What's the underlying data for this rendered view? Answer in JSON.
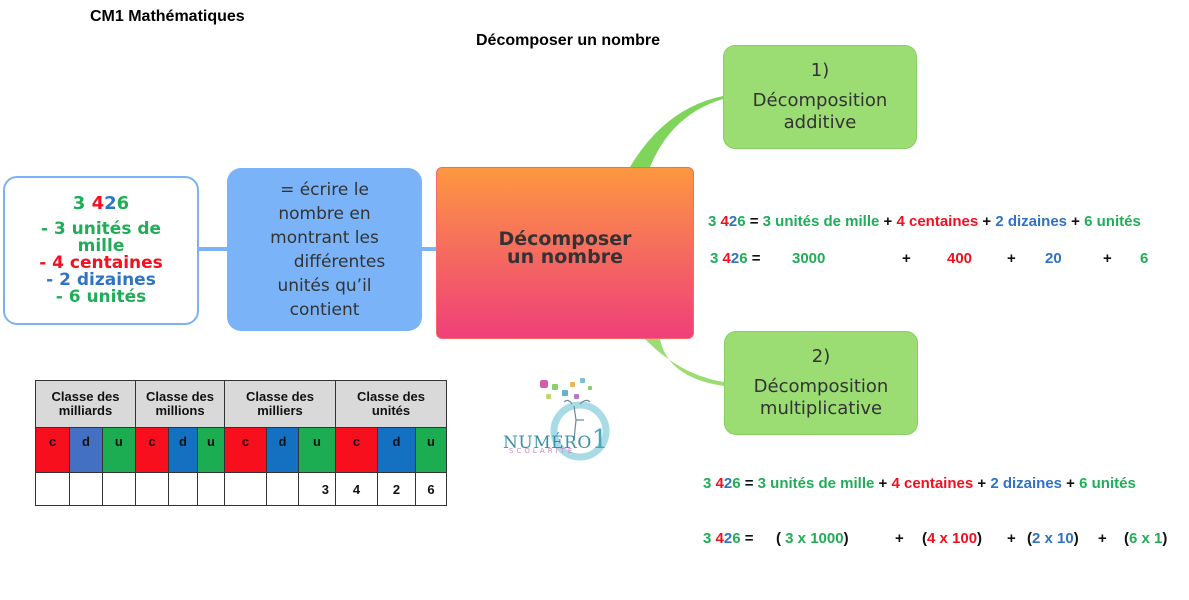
{
  "header": {
    "page_title": "CM1 Mathématiques",
    "main_title": "Décomposer un nombre"
  },
  "mindmap": {
    "center": {
      "line1": "Décomposer",
      "line2": "un nombre"
    },
    "definition": {
      "lines": [
        "= écrire le",
        "nombre en",
        "montrant les",
        "différentes",
        "unités qu’il",
        "contient"
      ]
    },
    "example": {
      "number_parts": [
        "3 ",
        "4",
        "2",
        "6"
      ],
      "lines": [
        "- 3 unités de",
        "mille",
        "- 4 centaines",
        "- 2 dizaines",
        "- 6 unités"
      ]
    },
    "branch_additive": {
      "step": "1)",
      "line1": "Décomposition",
      "line2": "additive"
    },
    "branch_multiplicative": {
      "step": "2)",
      "line1": "Décomposition",
      "line2": "multiplicative"
    }
  },
  "additive": {
    "row1": {
      "n1": "3 ",
      "n2": "4",
      "n3": "2",
      "n4": "6",
      "eq": " = ",
      "t1": "3 unités de mille",
      "p1": " + ",
      "t2": "4 centaines",
      "p2": " + ",
      "t3": "2 dizaines",
      "p3": " + ",
      "t4": "6 unités"
    },
    "row2": {
      "n1": "3 ",
      "n2": "4",
      "n3": "2",
      "n4": "6",
      "eq": " =",
      "v1": "3000",
      "v2": "400",
      "v3": "20",
      "v4": "6",
      "plus": "+"
    }
  },
  "multiplicative": {
    "row1": {
      "n1": "3 ",
      "n2": "4",
      "n3": "2",
      "n4": "6",
      "eq": " = ",
      "t1": "3 unités de mille",
      "p1": " + ",
      "t2": "4 centaines",
      "p2": " + ",
      "t3": "2 dizaines",
      "p3": " + ",
      "t4": "6 unités"
    },
    "row2": {
      "n1": "3 ",
      "n2": "4",
      "n3": "2",
      "n4": "6",
      "eq": " =",
      "m1": {
        "open": "( ",
        "a": "3",
        "x": " x ",
        "b": "1000",
        "close": ")"
      },
      "m2": {
        "open": "(",
        "a": "4 x 100",
        "close": ")"
      },
      "m3": {
        "open": "(",
        "a": "2 x 10",
        "close": ")"
      },
      "m4": {
        "open": "(",
        "a": "6 x 1",
        "close": ")"
      },
      "plus": "+"
    }
  },
  "place_value_table": {
    "classes": [
      "Classe des milliards",
      "Classe des millions",
      "Classe des milliers",
      "Classe des unités"
    ],
    "class_line1": "Classe des",
    "class_line2": [
      "milliards",
      "millions",
      "milliers",
      "unités"
    ],
    "digit_labels": [
      "c",
      "d",
      "u"
    ],
    "values": [
      "",
      "",
      "",
      "",
      "",
      "",
      "",
      "",
      "3",
      "4",
      "2",
      "6"
    ]
  },
  "logo": {
    "name": "NUMÉRO",
    "number": "1",
    "subtitle": "SCOLARITÉ"
  },
  "colors": {
    "thousands_green": "#21ad58",
    "hundreds_red": "#f2101f",
    "tens_blue": "#2f73c6",
    "branch_green": "#9bdd73",
    "definition_blue": "#7ab3f8",
    "center_gradient_top": "#fd9840",
    "center_gradient_bottom": "#ef3f79"
  }
}
